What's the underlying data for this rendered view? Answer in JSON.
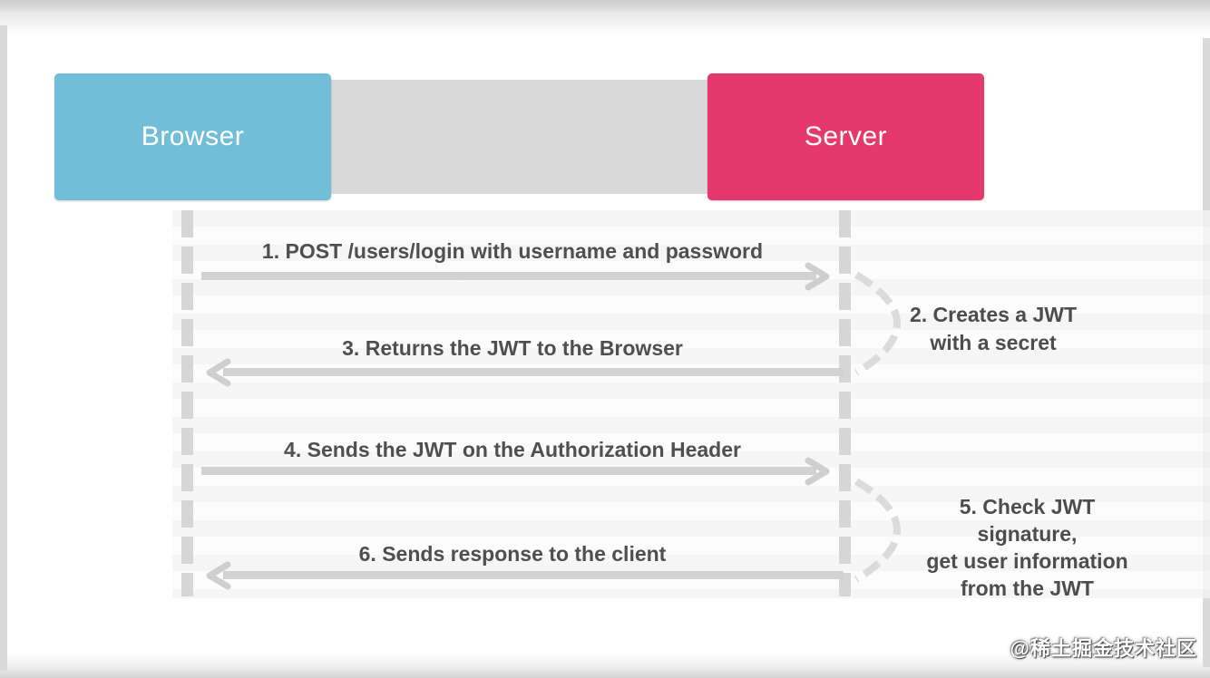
{
  "diagram": {
    "title_hint": "JWT authentication flow between Browser and Server",
    "actors": [
      {
        "id": "browser",
        "label": "Browser",
        "color": "#72bed9"
      },
      {
        "id": "server",
        "label": "Server",
        "color": "#e5386c"
      }
    ],
    "connector_color": "#d9d9d9",
    "lifeline_style": "dashed-gray",
    "messages": [
      {
        "step": 1,
        "from": "browser",
        "to": "server",
        "direction": "right",
        "text": "1. POST /users/login with username and password"
      },
      {
        "step": 3,
        "from": "server",
        "to": "browser",
        "direction": "left",
        "text": "3. Returns the JWT to the Browser"
      },
      {
        "step": 4,
        "from": "browser",
        "to": "server",
        "direction": "right",
        "text": "4. Sends the JWT on the Authorization Header"
      },
      {
        "step": 6,
        "from": "server",
        "to": "browser",
        "direction": "left",
        "text": "6. Sends response to the client"
      }
    ],
    "annotations": [
      {
        "step": 2,
        "attached_to": "server",
        "lines": [
          "2. Creates a JWT",
          "with a secret"
        ]
      },
      {
        "step": 5,
        "attached_to": "server",
        "lines": [
          "5. Check JWT signature,",
          "get user information",
          "from the JWT"
        ]
      }
    ],
    "colors": {
      "browser_box": "#72bed9",
      "server_box": "#e5386c",
      "connector_bar": "#d9d9d9",
      "arrows_and_lifelines": "#d2d2d2",
      "label_text": "#4f4f4f",
      "page_edge": "#cccccc"
    }
  },
  "watermark": {
    "text": "@稀土掘金技术社区"
  }
}
